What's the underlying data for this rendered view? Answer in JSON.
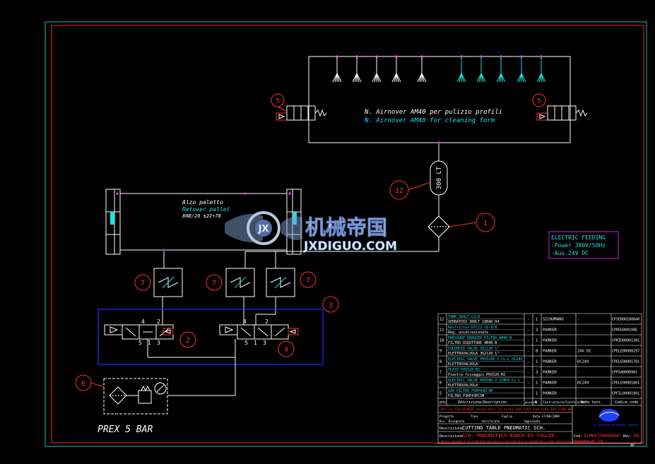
{
  "colors": {
    "background": "#000000",
    "frame_outer": "#00c8c8",
    "frame_inner": "#ff2020",
    "line_white": "#ffffff",
    "line_cyan": "#20e0e0",
    "callout_red": "#ff3030",
    "group_blue": "#2030ff",
    "feeding_box": "#d020d0",
    "watermark": "#a0b8e8"
  },
  "header_box": {
    "text_it": "N. Airnover AM40 per pulizio profili",
    "text_en": "N. Airnover AM40 for cleaning form",
    "callout_left": "5",
    "callout_right": "5"
  },
  "tank": {
    "label": "300 LT",
    "callout": "12"
  },
  "filter_callout": "1",
  "pallet": {
    "text_it": "Alzo paletto",
    "text_en": "Retover pallet",
    "text_code": "80Ø/20 ±22+78"
  },
  "electric_feeding": {
    "title": "ELECTRIC FEEDING",
    "lines": [
      "-Power 380V/50Hz",
      "-Aux.24V DC"
    ]
  },
  "valve_callouts": {
    "left": "7",
    "mid": "7",
    "right": "7"
  },
  "group_callout": "3",
  "valve_left": {
    "callout": "2",
    "ports_top": [
      "4",
      "2"
    ],
    "ports_bottom": [
      "5",
      "1",
      "3"
    ]
  },
  "valve_right": {
    "callout": "4",
    "ports_top": [
      "4",
      "2"
    ],
    "ports_bottom": [
      "5",
      "1",
      "3"
    ]
  },
  "frl": {
    "callout": "6",
    "label": "PREX 5 BAR"
  },
  "watermark": {
    "cn": "机械帝国",
    "en": "JXDIGUO.COM"
  },
  "bom": {
    "rows": [
      {
        "pos": "12",
        "desc": "TANK 300LT G3/8",
        "desc2": "SERBATOIO 300LT 10BAR  H4",
        "qty": "-",
        "n": "1",
        "maker": "SICHUMANG",
        "note": "-",
        "code": "CPSER001006A0"
      },
      {
        "pos": "11",
        "desc": "Restrictor DTC22-10-3/8",
        "desc2": "Reg. unidirezionale",
        "qty": "-",
        "n": "3",
        "maker": "PARKER",
        "note": "-",
        "code": "CPREG000100E"
      },
      {
        "pos": "10",
        "desc": "PRESSURE REDUCER FILTER AM40-B",
        "desc2": "FILTRO RIDUTTORE AM40-B",
        "qty": "-",
        "n": "1",
        "maker": "PARKER",
        "note": "-",
        "code": "CPRID00001301"
      },
      {
        "pos": "9",
        "desc": "SOLENOID VALVE 362120 1\"",
        "desc2": "ELETTROVALVOLA 362120 1\"",
        "qty": "-",
        "n": "8",
        "maker": "PARKER",
        "note": "24V DC",
        "code": "CPELE00000297"
      },
      {
        "pos": "8",
        "desc": "ELECTRIC VALVE PHS520E-2-CL-L DC24V",
        "desc2": "ELETTROVALVOLA",
        "qty": "-",
        "n": "1",
        "maker": "PARKER",
        "note": "DC24V",
        "code": "CPELE00001701"
      },
      {
        "pos": "7",
        "desc": "PLATE PHS520-M2",
        "desc2": "Piastra fissaggio PHS520-M2",
        "qty": "-",
        "n": "3",
        "maker": "PARKER",
        "note": "-",
        "code": "CPPSA0000901"
      },
      {
        "pos": "6",
        "desc": "ELECTRIC VALVE PHS580-2-2IBDX-CL-L",
        "desc2": "ELETTROVALVOLA",
        "qty": "-",
        "n": "1",
        "maker": "PARKER",
        "note": "DC24V",
        "code": "CPELE00001801"
      },
      {
        "pos": "5",
        "desc": "AIR FILTER P3HF43ECSM",
        "desc2": "FILTRO P3HF43ECSM",
        "qty": "-",
        "n": "1",
        "maker": "PARKER",
        "note": "-",
        "code": "CPFIL00001901"
      }
    ],
    "header": {
      "pos": "pos",
      "desc": "Descrizione/Description",
      "qty": "Quantità",
      "n": "N.",
      "maker": "Costruttore/Constructor",
      "note": "Note tecn.",
      "code": "Codice code"
    },
    "note_line": "Per la TOLLERANZE consultare la norma ISO 1101-ISO 1101-ISO 2768-mK",
    "drawing_fields": [
      "Progetto",
      "Tipo",
      "Foglio",
      "Data 17/06/2009",
      "Dis. Disegnato",
      "Verificato",
      "Approvato"
    ],
    "description_label": "Descrizione",
    "description_en": "CUTTING TABLE PNEUMATIC SCH.",
    "description_it_label": "Descrizione",
    "description_it": "SCH. PNEUMATICO BANCO DI TAGLIO",
    "code_label": "Cod.",
    "code_value": "ILM0E10008000",
    "rev_label": "Rev.",
    "rev_value": "00",
    "sheet_label": "Diametro di 300",
    "footer": "Questo disegno è di proprietà esclusiva e non può essere riprodotto o reso noto senza autorizzazione",
    "company": "ALLUMINIUM MACHINERY COMPANY",
    "page_mark": "AP"
  }
}
